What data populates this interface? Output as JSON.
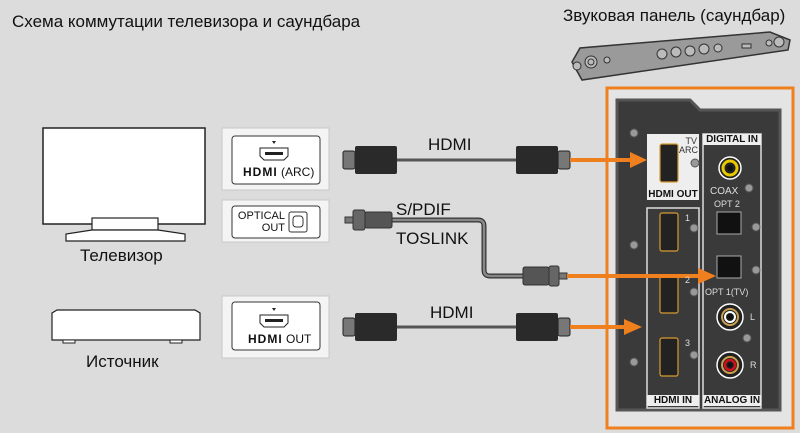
{
  "title": "Схема коммутации телевизора и саундбара",
  "soundbar": {
    "title": "Звуковая панель (саундбар)",
    "panel": {
      "hdmi_out": "HDMI OUT",
      "tv_arc": "TV ARC",
      "digital_in": "DIGITAL IN",
      "coax": "COAX",
      "opt2": "OPT 2",
      "opt1": "OPT 1(TV)",
      "hdmi_in": "HDMI IN",
      "analog_in": "ANALOG IN",
      "hdmi_in_ports": [
        "1",
        "2",
        "3"
      ],
      "left": "L",
      "right": "R"
    }
  },
  "devices": {
    "tv": "Телевизор",
    "source": "Источник"
  },
  "ports": {
    "tv_hdmi_logo": "HDMI",
    "tv_hdmi_suffix": "(ARC)",
    "tv_optical_line1": "OPTICAL",
    "tv_optical_line2": "OUT",
    "source_hdmi_logo": "HDMI",
    "source_hdmi_suffix": "OUT"
  },
  "cables": {
    "hdmi_top": "HDMI",
    "optical_line1": "S/PDIF",
    "optical_line2": "TOSLINK",
    "hdmi_bottom": "HDMI"
  },
  "colors": {
    "accent": "#f0801e",
    "background": "#dcdcdc",
    "panel": "#3a3a3a",
    "coax_ring": "#e8c800",
    "rca_right": "#d0101c"
  }
}
